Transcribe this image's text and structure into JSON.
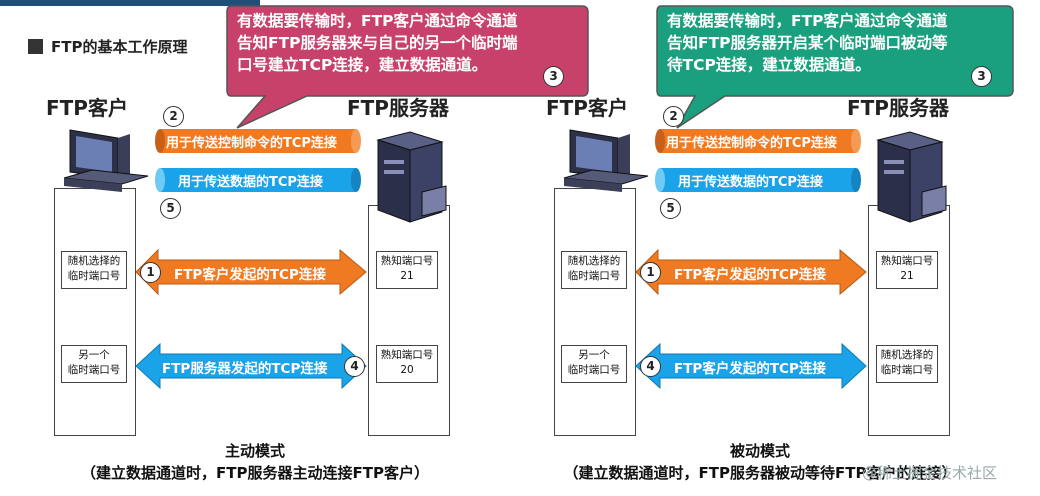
{
  "header": {
    "section_title": "FTP的基本工作原理"
  },
  "colors": {
    "orange": "#f07a22",
    "blue": "#1aa3e8",
    "callout_pink": "#c8416b",
    "callout_green": "#1aa07e"
  },
  "left": {
    "client_label": "FTP客户",
    "server_label": "FTP服务器",
    "callout_lines": [
      "有数据要传输时，FTP客户通过命令通道",
      "告知FTP服务器来与自己的另一个临时端",
      "口号建立TCP连接，建立数据通道。"
    ],
    "callout_num": "3",
    "num_2": "2",
    "num_5": "5",
    "num_1": "1",
    "num_4": "4",
    "control_pipe": "用于传送控制命令的TCP连接",
    "data_pipe": "用于传送数据的TCP连接",
    "client_box_top": [
      "随机选择的",
      "临时端口号"
    ],
    "client_box_bottom": [
      "另一个",
      "临时端口号"
    ],
    "server_box_top": [
      "熟知端口号",
      "21"
    ],
    "server_box_bottom": [
      "熟知端口号",
      "20"
    ],
    "arrow_top": "FTP客户发起的TCP连接",
    "arrow_bottom": "FTP服务器发起的TCP连接",
    "mode_title": "主动模式",
    "mode_desc": "（建立数据通道时，FTP服务器主动连接FTP客户）"
  },
  "right": {
    "client_label": "FTP客户",
    "server_label": "FTP服务器",
    "callout_lines": [
      "有数据要传输时，FTP客户通过命令通道",
      "告知FTP服务器开启某个临时端口被动等",
      "待TCP连接，建立数据通道。"
    ],
    "callout_num": "3",
    "num_2": "2",
    "num_5": "5",
    "num_1": "1",
    "num_4": "4",
    "control_pipe": "用于传送控制命令的TCP连接",
    "data_pipe": "用于传送数据的TCP连接",
    "client_box_top": [
      "随机选择的",
      "临时端口号"
    ],
    "client_box_bottom": [
      "另一个",
      "临时端口号"
    ],
    "server_box_top": [
      "熟知端口号",
      "21"
    ],
    "server_box_bottom": [
      "随机选择的",
      "临时端口号"
    ],
    "arrow_top": "FTP客户发起的TCP连接",
    "arrow_bottom": "FTP客户发起的TCP连接",
    "mode_title": "被动模式",
    "mode_desc": "（建立数据通道时，FTP服务器被动等待FTP客户的连接）"
  },
  "watermark": "@稀土掘金技术社区"
}
